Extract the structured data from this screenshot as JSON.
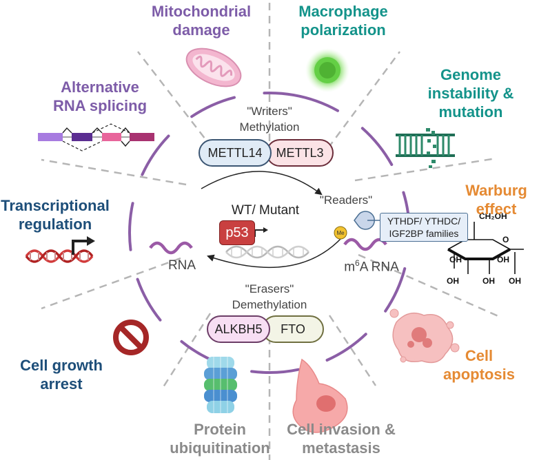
{
  "outer_labels": {
    "mitochondrial_damage": [
      "Mitochondrial",
      "damage"
    ],
    "macrophage_polarization": [
      "Macrophage",
      "polarization"
    ],
    "genome_instability": [
      "Genome",
      "instability &",
      "mutation"
    ],
    "warburg_effect": [
      "Warburg",
      "effect"
    ],
    "cell_apoptosis": [
      "Cell",
      "apoptosis"
    ],
    "cell_invasion": [
      "Cell invasion &",
      "metastasis"
    ],
    "protein_ubiquitination": [
      "Protein",
      "ubiquitination"
    ],
    "cell_growth_arrest": [
      "Cell growth",
      "arrest"
    ],
    "transcriptional_regulation": [
      "Transcriptional",
      "regulation"
    ],
    "alternative_splicing": [
      "Alternative",
      "RNA splicing"
    ]
  },
  "center": {
    "writers_title": "\"Writers\"",
    "writers_sub": "Methylation",
    "writer_1": "METTL14",
    "writer_2": "METTL3",
    "erasers_title": "\"Erasers\"",
    "erasers_sub": "Demethylation",
    "eraser_1": "ALKBH5",
    "eraser_2": "FTO",
    "readers_title": "\"Readers\"",
    "readers_box": [
      "YTHDF/ YTHDC/",
      "IGF2BP families"
    ],
    "wt_mutant": "WT/ Mutant",
    "p53": "p53",
    "rna": "RNA",
    "m6a_prefix": "m",
    "m6a_sup": "6",
    "m6a_suffix": "A RNA",
    "me_badge": "Me"
  },
  "glucose": {
    "ch2oh": "CH₂OH",
    "ring_o": "O",
    "oh_left": "OH",
    "oh_right": "OH",
    "oh_bottom_left": "OH",
    "oh_bottom_mid": "OH",
    "oh_bottom_right": "OH"
  },
  "colors": {
    "purple": "#7d5ca8",
    "teal": "#13938a",
    "orange": "#e58a33",
    "navy": "#1d4e79",
    "gray": "#8a8a8a",
    "p53_red": "#c94040",
    "circle": "#8b5ea6"
  },
  "icons": [
    "mitochondrion-icon",
    "macrophage-icon",
    "dna-mutation-icon",
    "glucose-structure",
    "apoptotic-cell-icon",
    "invasive-cell-icon",
    "proteasome-icon",
    "prohibition-icon",
    "dna-transcription-icon",
    "splicing-diagram-icon"
  ]
}
